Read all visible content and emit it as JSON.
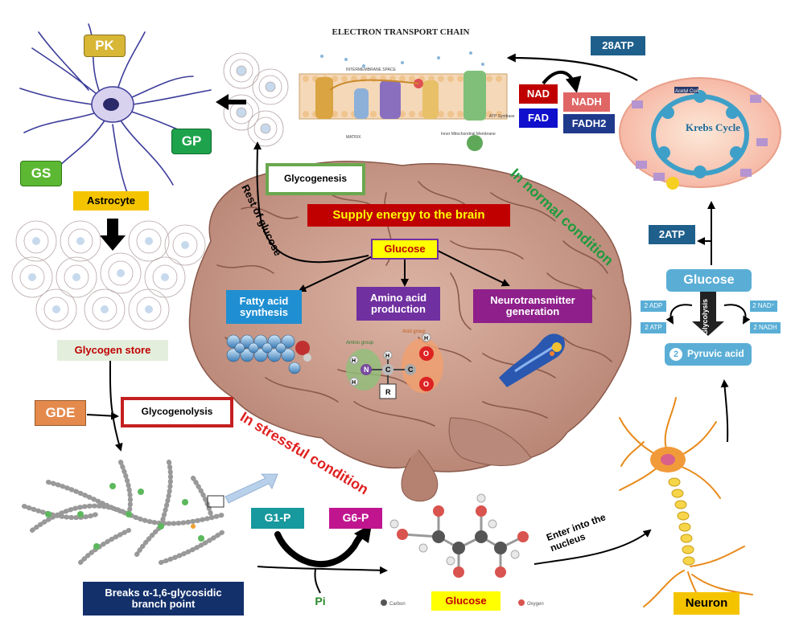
{
  "labels": {
    "etc_title": "ELECTRON TRANSPORT CHAIN",
    "pk": "PK",
    "gp": "GP",
    "gs": "GS",
    "astrocyte": "Astrocyte",
    "glycogen_store": "Glycogen store",
    "gde": "GDE",
    "glycogenolysis": "Glycogenolysis",
    "glycogenesis": "Glycogenesis",
    "supply_energy": "Supply energy to the brain",
    "glucose_center": "Glucose",
    "fatty_acid": "Fatty acid synthesis",
    "amino_acid": "Amino acid production",
    "neurotransmitter": "Neurotransmitter generation",
    "rest_of_glucose": "Rest of glucose",
    "normal_condition": "In normal condition",
    "stressful_condition": "In stressful condition",
    "atp_28": "28ATP",
    "nad": "NAD",
    "nadh": "NADH",
    "fad": "FAD",
    "fadh2": "FADH2",
    "atp_2": "2ATP",
    "glucose_glycolysis": "Glucose",
    "adp_2": "2 ADP",
    "atp_2_small": "2 ATP",
    "nad_2": "2 NAD⁺",
    "nadh_2": "2 NADH",
    "glycolysis": "Glycolysis",
    "pyruvic_num": "2",
    "pyruvic": "Pyruvic acid",
    "krebs": "Krebs Cycle",
    "acetyl_coa": "Acetyl CoA",
    "g1p": "G1-P",
    "g6p": "G6-P",
    "pi": "Pi",
    "glucose_bottom": "Glucose",
    "breaks": "Breaks α-1,6-glycosidic branch point",
    "enter_nucleus": "Enter into the nucleus",
    "neuron": "Neuron",
    "carbon_legend": "Carbon",
    "oxygen_legend": "Oxygen",
    "amino_group": "Amino group",
    "acid_group": "Acid group",
    "r_group": "R",
    "atom_h": "H",
    "atom_n": "N",
    "atom_c": "C",
    "atom_o": "O",
    "intermembrane": "INTERMEMBRANE SPACE",
    "matrix": "MATRIX",
    "atp_synthase": "ATP Synthase",
    "inner_membrane": "Inner Mitochondrial Membrane"
  },
  "colors": {
    "pk": "#d8b636",
    "gp": "#1ea34c",
    "gs": "#5cb832",
    "astrocyte": "#f5c400",
    "glycogen_store": "#e3eedd",
    "gde": "#e48a4c",
    "glycogenolysis_border": "#c42020",
    "glycogenesis_border": "#6aa84f",
    "supply": "#c00000",
    "supply_text": "#ffff00",
    "glucose_box": "#ffff00",
    "glucose_border": "#7030a0",
    "fatty": "#1f8fd2",
    "amino": "#7030a0",
    "neurotransmitter": "#8e1f8b",
    "normal": "#1e9b3e",
    "stressful": "#e02020",
    "atp28": "#1f5f8b",
    "nad": "#c00000",
    "nadh": "#e06666",
    "fad": "#1010cc",
    "fadh2": "#1f3a8b",
    "atp2": "#1f5f8b",
    "glycolysis_glucose": "#5aaed6",
    "pyruvic": "#5aaed6",
    "g1p": "#17999d",
    "g6p": "#c0158f",
    "pi": "#2a8a2a",
    "breaks": "#13306b",
    "neuron": "#f5c400",
    "brain": "#c79a8a"
  },
  "icons": [
    "astrocyte-icon",
    "neuron-icon",
    "brain-icon",
    "glycogen-cluster-icon",
    "krebs-cycle-icon",
    "electron-transport-chain-icon",
    "glucose-molecule-icon",
    "glycogen-branch-icon",
    "synapse-icon",
    "fatty-acid-chain-icon",
    "amino-acid-molecule-icon"
  ]
}
